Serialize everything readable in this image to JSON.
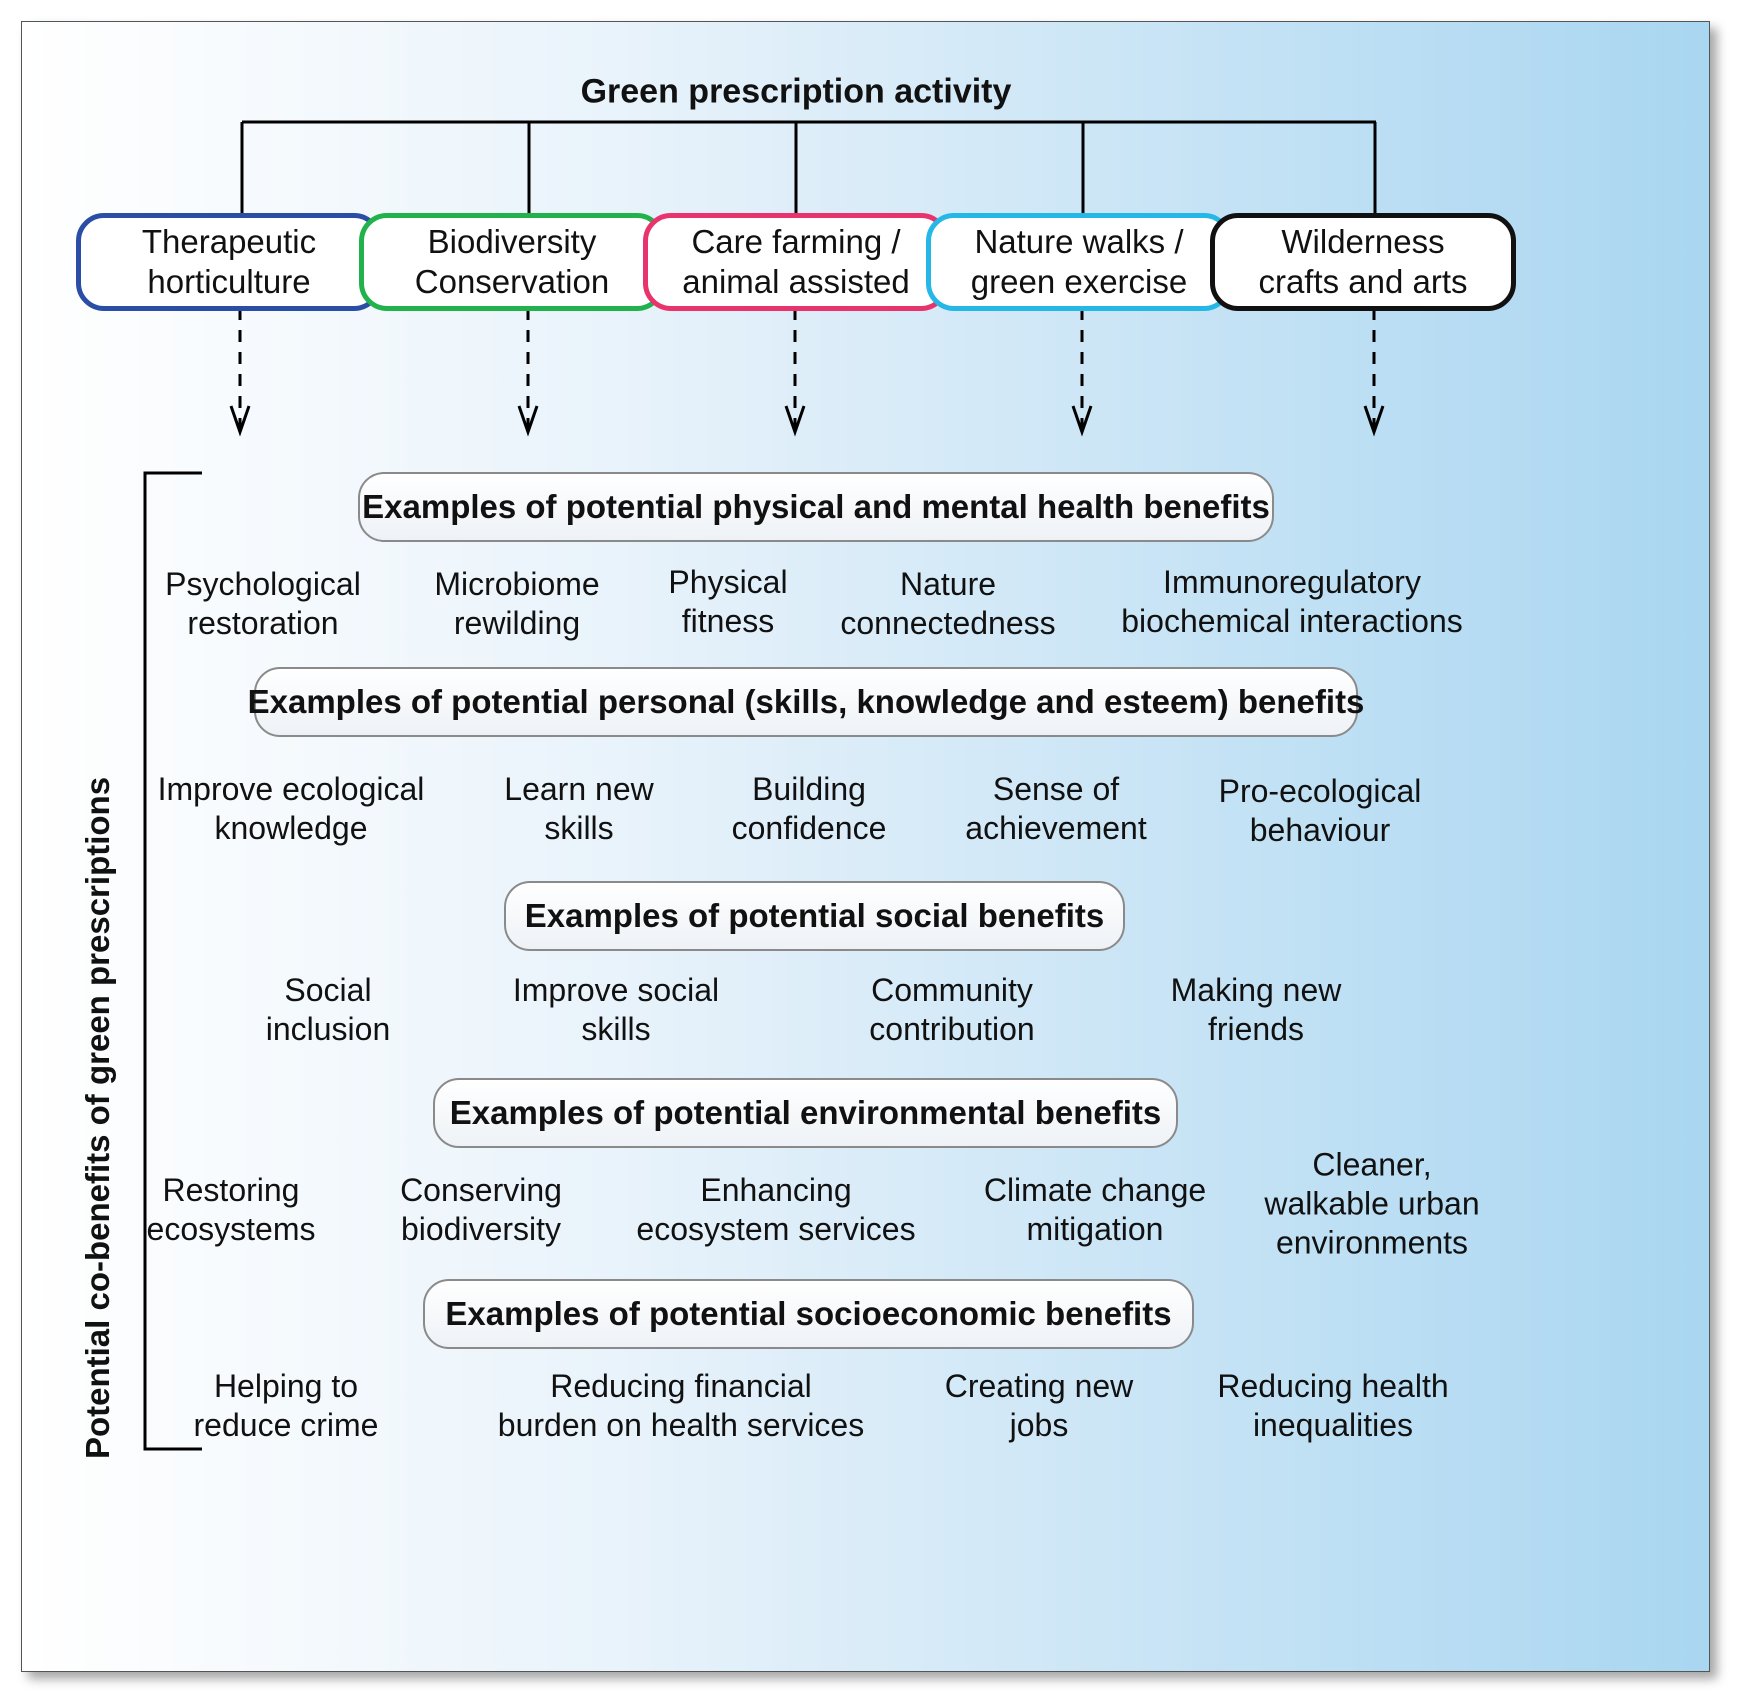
{
  "title": "Green prescription activity",
  "activities": [
    {
      "label": "Therapeutic\nhorticulture",
      "color": "#2a4ea6"
    },
    {
      "label": "Biodiversity\nConservation",
      "color": "#22b24c"
    },
    {
      "label": "Care farming /\nanimal assisted",
      "color": "#e8336d"
    },
    {
      "label": "Nature walks /\ngreen exercise",
      "color": "#25b7e6"
    },
    {
      "label": "Wilderness\ncrafts and arts",
      "color": "#111111"
    }
  ],
  "sidebar_label": "Potential co-benefits of green prescriptions",
  "sections": [
    {
      "header": "Examples of potential physical and mental health benefits",
      "items": [
        "Psychological\nrestoration",
        "Microbiome\nrewilding",
        "Physical\nfitness",
        "Nature\nconnectedness",
        "Immunoregulatory\nbiochemical interactions"
      ]
    },
    {
      "header": "Examples of potential personal (skills, knowledge and esteem) benefits",
      "items": [
        "Improve ecological\nknowledge",
        "Learn new\nskills",
        "Building\nconfidence",
        "Sense of\nachievement",
        "Pro-ecological\nbehaviour"
      ]
    },
    {
      "header": "Examples of potential social benefits",
      "items": [
        "Social\ninclusion",
        "Improve social\nskills",
        "Community\ncontribution",
        "Making new\nfriends"
      ]
    },
    {
      "header": "Examples of potential environmental benefits",
      "items": [
        "Restoring\necosystems",
        "Conserving\nbiodiversity",
        "Enhancing\necosystem services",
        "Climate change\nmitigation",
        "Cleaner,\nwalkable urban\nenvironments"
      ]
    },
    {
      "header": "Examples of potential socioeconomic benefits",
      "items": [
        "Helping to\nreduce crime",
        "Reducing financial\nburden on health services",
        "Creating new\njobs",
        "Reducing health\ninequalities"
      ]
    }
  ]
}
